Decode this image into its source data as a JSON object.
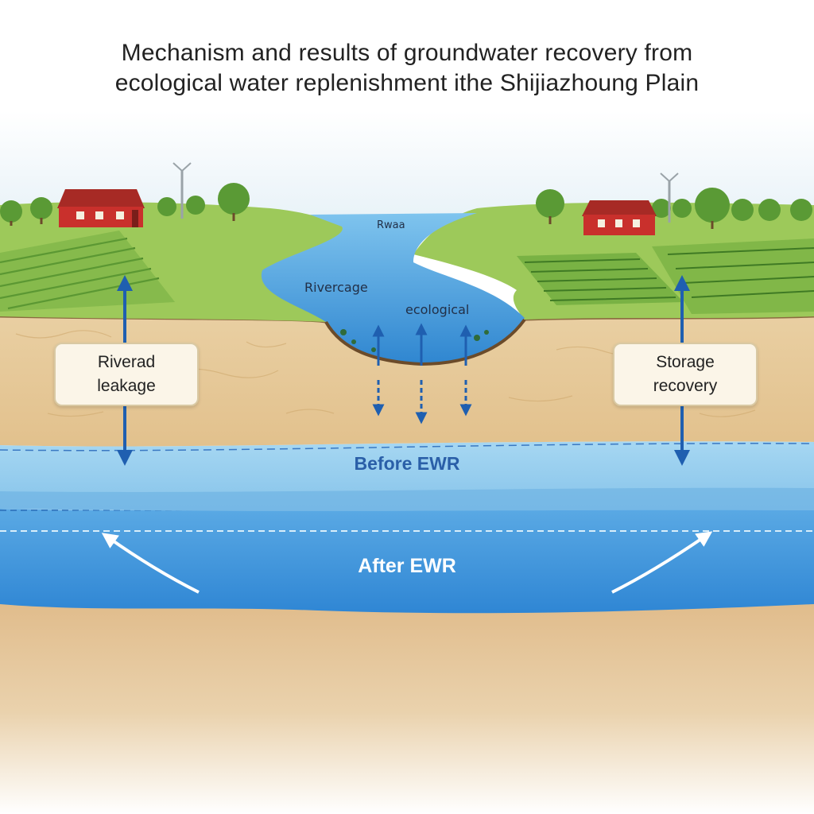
{
  "title": {
    "line1": "Mechanism and results of groundwater recovery from",
    "line2": "ecological water replenishment ithe Shijiazhoung Plain"
  },
  "river_labels": {
    "top": "Rwaa",
    "middle": "Rivercage",
    "lower": "ecological"
  },
  "boxes": {
    "left": {
      "line1": "Riverad",
      "line2": "leakage"
    },
    "right": {
      "line1": "Storage",
      "line2": "recovery"
    }
  },
  "layers": {
    "before": "Before EWR",
    "after": "After EWR"
  },
  "colors": {
    "sky": "#e8f3f8",
    "grass": "#8cbf4a",
    "soil": "#e6c99a",
    "water_before": "#8ec9ec",
    "water_after": "#3f97dc",
    "label_before": "#2a5fa8",
    "label_after": "#ffffff",
    "arrow": "#1f5fb0",
    "barn": "#c9302c"
  }
}
